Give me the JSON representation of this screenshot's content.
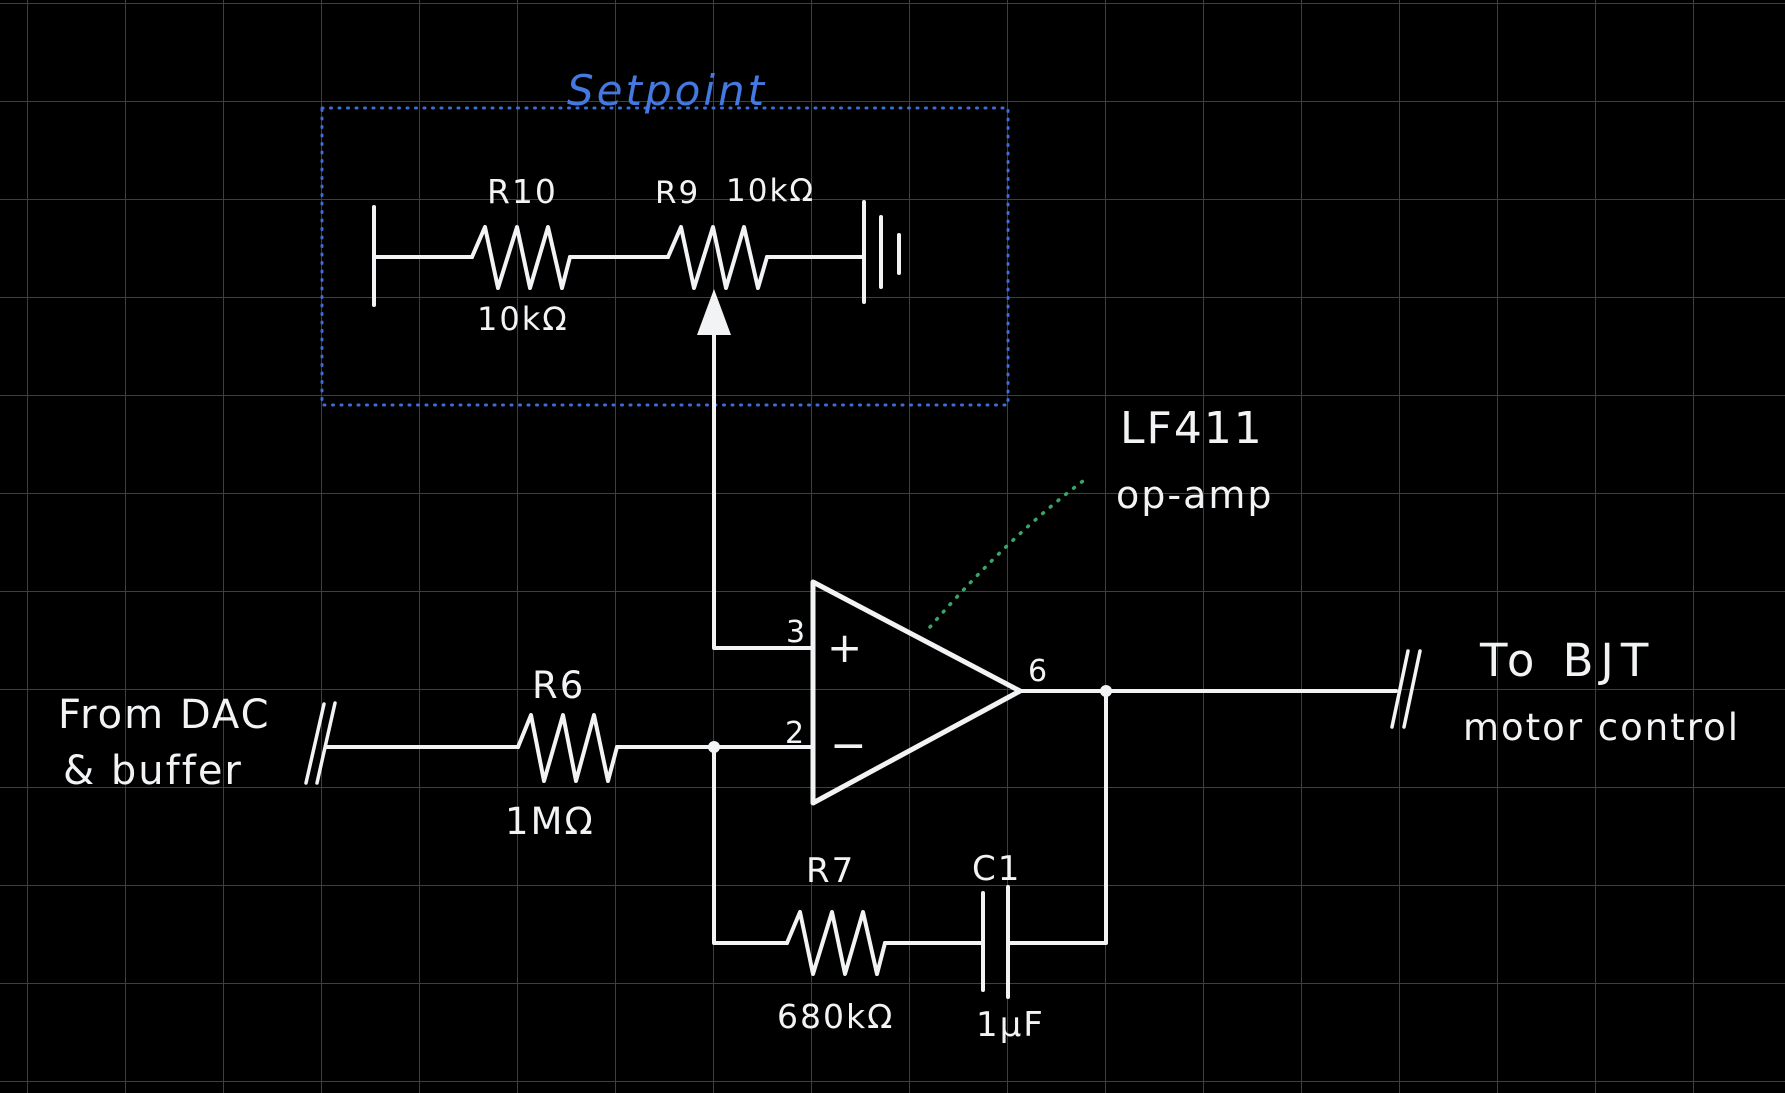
{
  "colors": {
    "background": "#000000",
    "grid_line": "#2c4161",
    "ink_white": "#f2f3f5",
    "annotation_blue": "#3e6cd8",
    "annotation_green": "#3aa566"
  },
  "setpoint": {
    "title": "Setpoint",
    "r10": {
      "name": "R10",
      "value": "10kΩ"
    },
    "r9": {
      "name": "R9",
      "value": "10kΩ"
    }
  },
  "input_label": {
    "line1": "From DAC",
    "line2": "& buffer"
  },
  "r6": {
    "name": "R6",
    "value": "1MΩ"
  },
  "opamp": {
    "part": "LF411",
    "type_label": "op-amp",
    "pin_noninverting": "3",
    "pin_inverting": "2",
    "pin_output": "6",
    "plus_sign": "+",
    "minus_sign": "−"
  },
  "feedback": {
    "r7": {
      "name": "R7",
      "value": "680kΩ"
    },
    "c1": {
      "name": "C1",
      "value": "1μF"
    }
  },
  "output_label": {
    "line1": "To BJT",
    "line2": "motor control"
  }
}
